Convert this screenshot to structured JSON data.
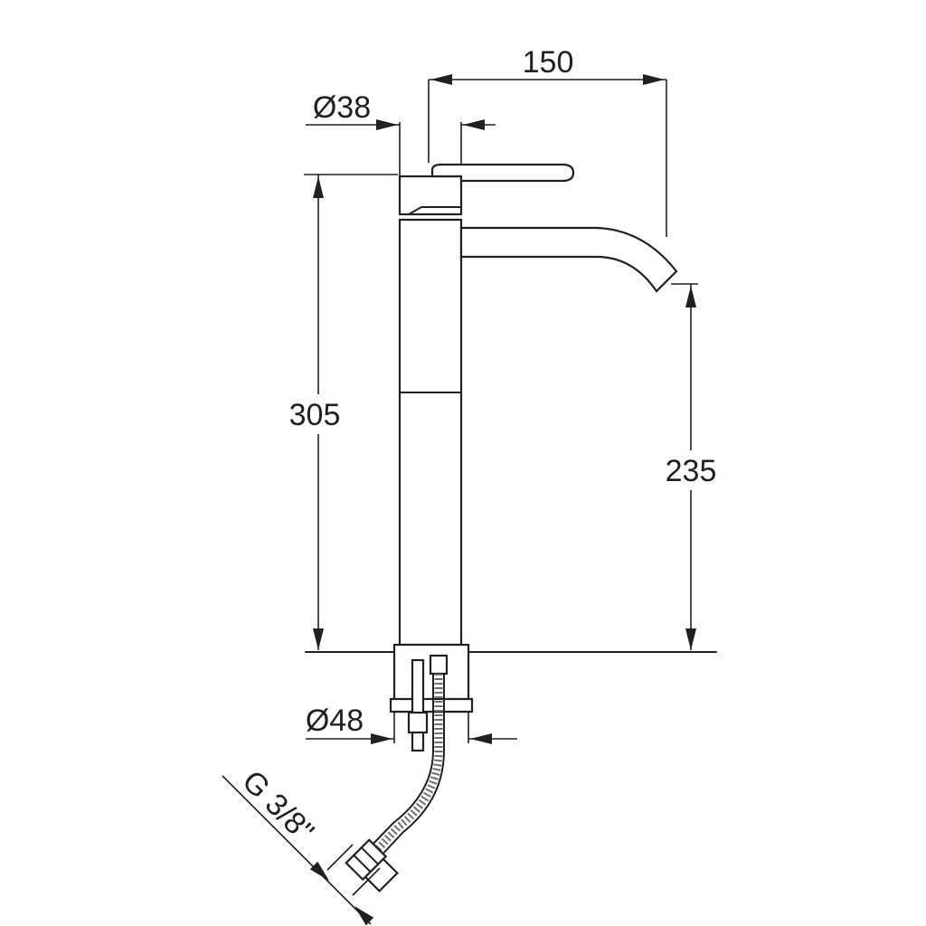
{
  "dimensions": {
    "spout_reach": "150",
    "lever_diameter": "Ø38",
    "total_height": "305",
    "spout_height": "235",
    "base_diameter": "Ø48",
    "connection_thread": "G 3/8\""
  },
  "colors": {
    "line": "#231f20",
    "hose_braid": "#6e6e6e"
  }
}
